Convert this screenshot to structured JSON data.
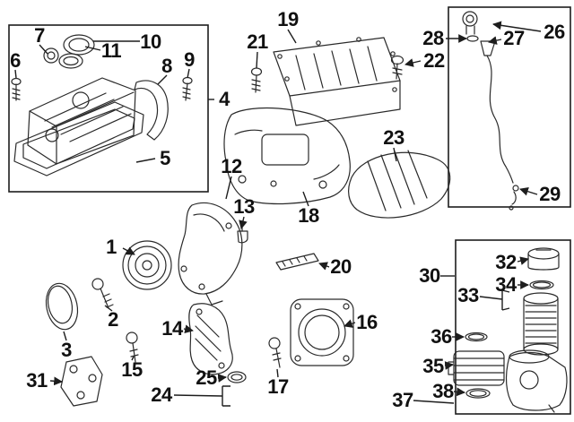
{
  "figure": {
    "kind": "exploded-parts-diagram",
    "background_color": "#ffffff",
    "line_color": "#2a2a2a",
    "label_color": "#111111"
  },
  "labels": [
    {
      "text": "1"
    },
    {
      "text": "2"
    },
    {
      "text": "3"
    },
    {
      "text": "4"
    },
    {
      "text": "5"
    },
    {
      "text": "6"
    },
    {
      "text": "7"
    },
    {
      "text": "8"
    },
    {
      "text": "9"
    },
    {
      "text": "10"
    },
    {
      "text": "11"
    },
    {
      "text": "12"
    },
    {
      "text": "13"
    },
    {
      "text": "14"
    },
    {
      "text": "15"
    },
    {
      "text": "16"
    },
    {
      "text": "17"
    },
    {
      "text": "18"
    },
    {
      "text": "19"
    },
    {
      "text": "20"
    },
    {
      "text": "21"
    },
    {
      "text": "22"
    },
    {
      "text": "23"
    },
    {
      "text": "24"
    },
    {
      "text": "25"
    },
    {
      "text": "26"
    },
    {
      "text": "27"
    },
    {
      "text": "28"
    },
    {
      "text": "29"
    },
    {
      "text": "30"
    },
    {
      "text": "31"
    },
    {
      "text": "32"
    },
    {
      "text": "33"
    },
    {
      "text": "34"
    },
    {
      "text": "35"
    },
    {
      "text": "36"
    },
    {
      "text": "37"
    },
    {
      "text": "38"
    }
  ]
}
